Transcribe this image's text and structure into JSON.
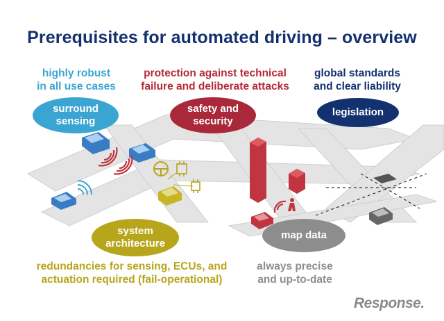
{
  "title": "Prerequisites for automated driving – overview",
  "top_labels": {
    "robust": [
      "highly robust",
      "in all use cases"
    ],
    "protect": [
      "protection against technical",
      "failure and deliberate attacks"
    ],
    "global": [
      "global standards",
      "and clear liability"
    ]
  },
  "bottom_labels": {
    "redundancies": [
      "redundancies for sensing, ECUs, and",
      "actuation required (fail-operational)"
    ],
    "always": [
      "always precise",
      "and up-to-date"
    ]
  },
  "pills": {
    "surround": [
      "surround",
      "sensing"
    ],
    "safety": [
      "safety and",
      "security"
    ],
    "legislation": [
      "legislation"
    ],
    "system": [
      "system",
      "architecture"
    ],
    "map": [
      "map data"
    ]
  },
  "colors": {
    "navy": "#14316f",
    "blue": "#3aa5d2",
    "red": "#a9283a",
    "olive": "#b7a51b",
    "gray": "#8d8d8d",
    "road": "#e3e3e3"
  },
  "watermark": "Response."
}
